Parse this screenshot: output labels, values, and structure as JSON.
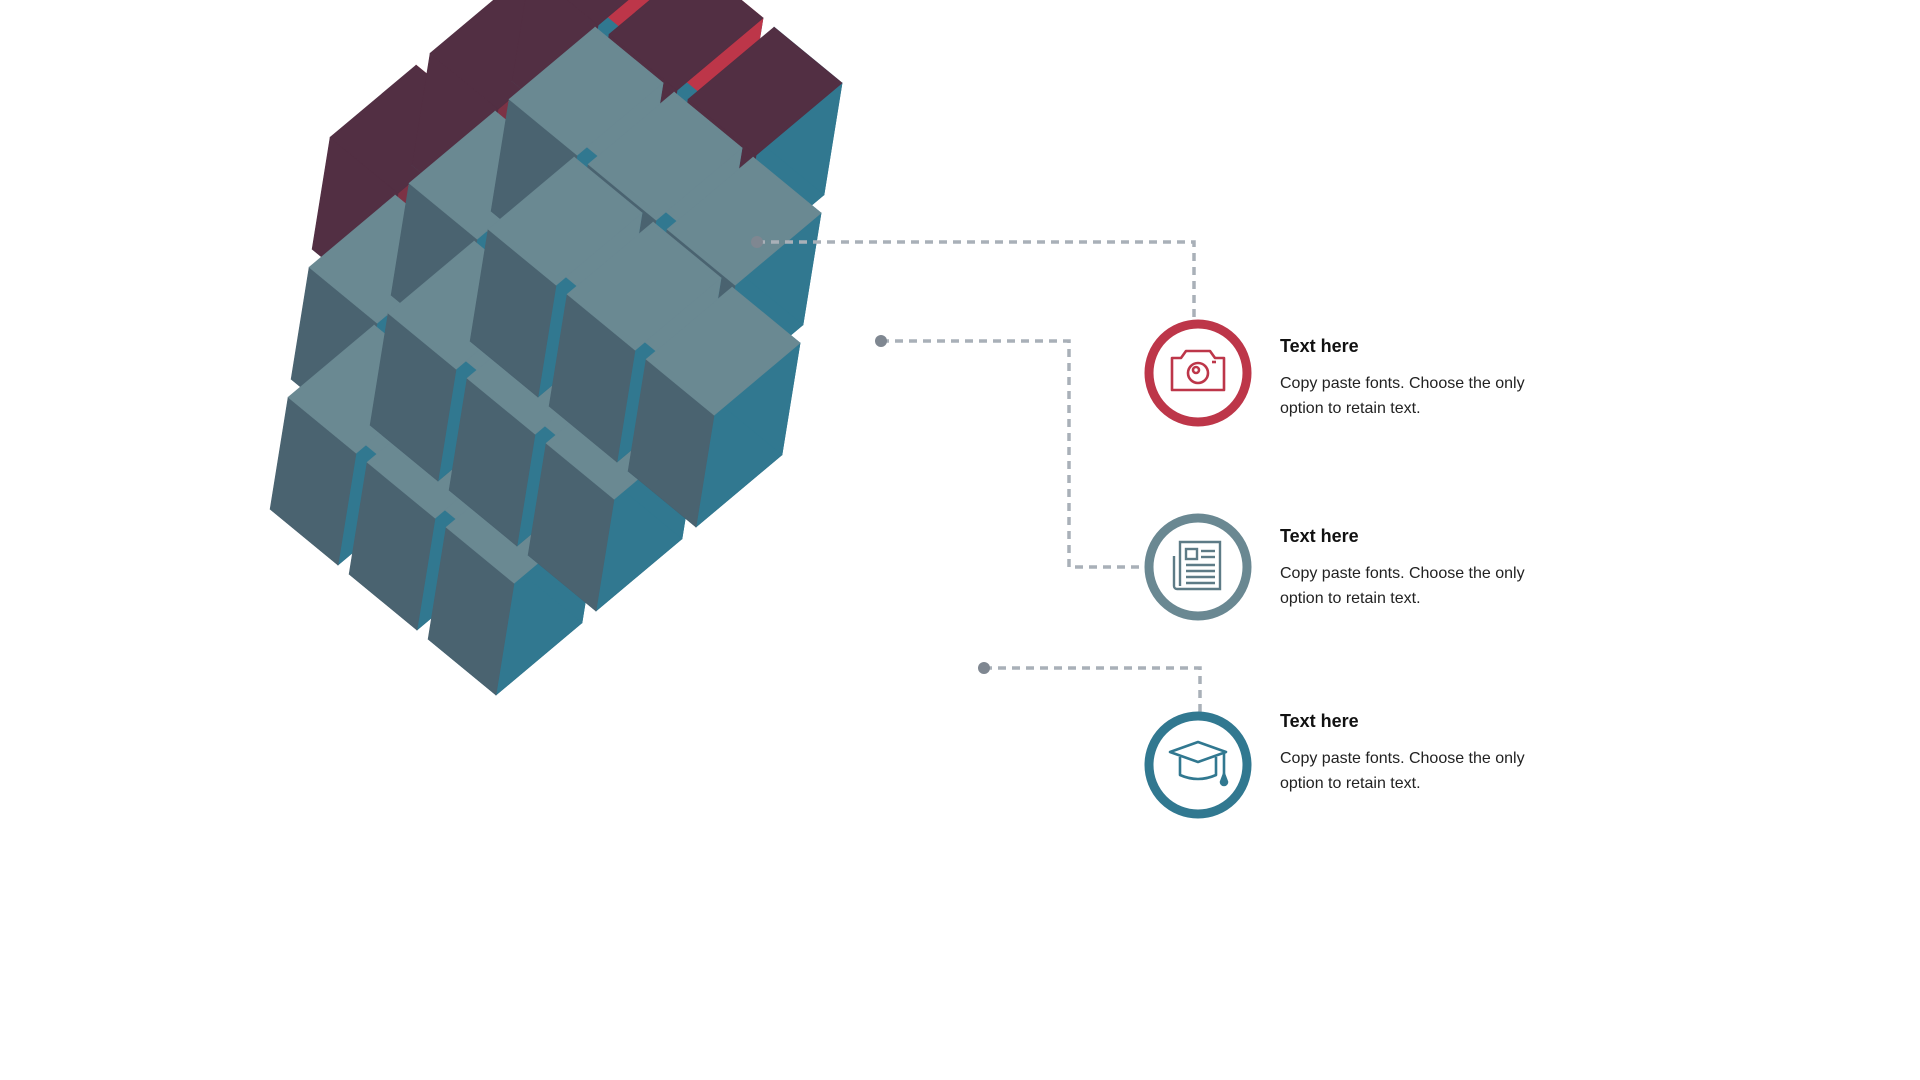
{
  "colors": {
    "red_front": "#bd3649",
    "red_top": "#7c3245",
    "plum_left": "#522f43",
    "gray_right": "#6a8992",
    "slate_bottom": "#4a6370",
    "teal_right": "#317890",
    "teal_bottom": "#285a70",
    "connector": "#a9b0b8",
    "connector_dot": "#7f8791",
    "ring_camera": "#bd3649",
    "ring_news": "#6a8892",
    "ring_grad": "#317890"
  },
  "items": [
    {
      "icon": "camera-icon",
      "title": "Text here",
      "description": "Copy paste fonts. Choose the only option to retain text."
    },
    {
      "icon": "newspaper-icon",
      "title": "Text here",
      "description": "Copy paste fonts. Choose the only option to retain text."
    },
    {
      "icon": "graduation-cap-icon",
      "title": "Text here",
      "description": "Copy paste fonts. Choose the only option to retain text."
    }
  ]
}
